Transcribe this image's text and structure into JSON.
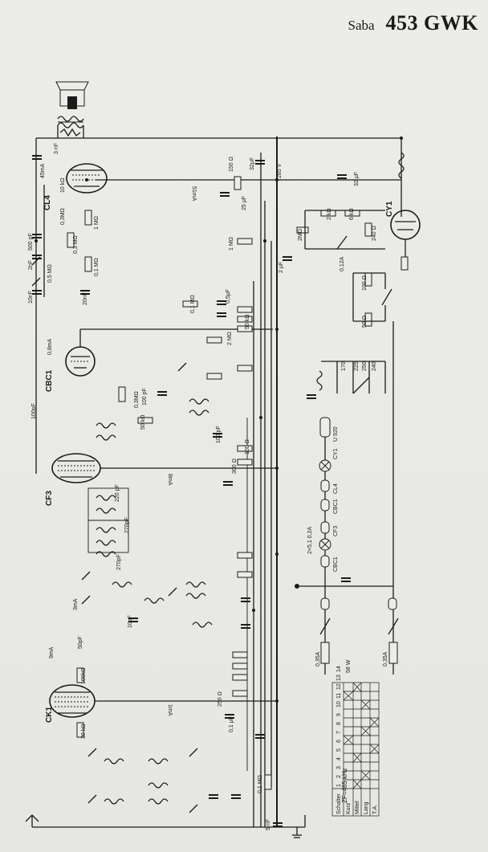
{
  "title": {
    "brand": "Saba",
    "model": "453 GWK"
  },
  "tubes": [
    {
      "id": "CL4",
      "label": "CL4"
    },
    {
      "id": "CBC1",
      "label": "CBC1"
    },
    {
      "id": "CF3",
      "label": "CF3"
    },
    {
      "id": "CK1",
      "label": "CK1"
    },
    {
      "id": "CY1",
      "label": "CY1"
    }
  ],
  "annotations": {
    "current_45": "45mA",
    "current_51": "51mA",
    "current_08": "0,8mA",
    "current_8": "8mA",
    "current_3": "3mA",
    "current_9": "9mA",
    "current_1": "1mA",
    "voltage_b": "285 V",
    "power": "58 W",
    "if": "ZF=485 kHz",
    "fuse_main": "2×5,1 0,2A",
    "fuse1": "0,35A",
    "fuse2": "0,35A",
    "fuse3": "0,12A",
    "lamp": "U 920",
    "chain_cy1": "CY1",
    "chain_cl4": "CL4",
    "chain_cbc1": "CBC1",
    "chain_cf3": "CF3",
    "chain_ck1": "CBC1"
  },
  "values": {
    "c_3nf": "3 nF",
    "r_10k": "10 kΩ",
    "r_03m": "0,3MΩ",
    "c_500p": "500 pF",
    "c_2nf": "2nF",
    "r_05m": "0,5 MΩ",
    "c_10n": "10nF",
    "r_1m": "1 MΩ",
    "r_03m2": "0,3 MΩ",
    "r_01m": "0,1 MΩ",
    "c_20n": "20nF",
    "r_150": "150 Ω",
    "c_32u": "32μF",
    "c_25u": "25 μF",
    "c_32u2": "32 μF",
    "r_1m_b": "1 MΩ",
    "c_2u": "2 μF",
    "r_2k": "2 kΩ",
    "r_6k": "6 kΩ",
    "r_2m": "2MΩ",
    "r_240": "240 Ω",
    "r_100": "100 Ω",
    "r_50": "50 Ω",
    "c_01u": "0,1 μF",
    "r_01m_b": "0,1 MΩ",
    "c_05u": "0,5μF",
    "r_50k": "50 kΩ",
    "r_2m_b": "2 MΩ",
    "c_100p": "100pF",
    "r_03m_b": "0,3MΩ",
    "c_100p_b": "100 pF",
    "r_50k_b": "50 kΩ",
    "c_100p_c": "100 pF",
    "r_300": "300 Ω",
    "r_100_b": "100 Ω",
    "c_220p": "220 pF",
    "c_270p": "270pF",
    "c_10p": "10pF",
    "c_50p": "50pF",
    "r_100k": "100kΩ",
    "r_30k": "30 kΩ",
    "r_250": "250 Ω",
    "c_01u_b": "0,1 μF",
    "c_5n": "5 nF",
    "r_01m_c": "0,1 MΩ",
    "r_170": "170",
    "r_225": "225",
    "r_250_b": "250",
    "r_240_b": "240"
  },
  "table": {
    "headers": [
      "Schalter",
      "1",
      "2",
      "3",
      "4",
      "5",
      "6",
      "7",
      "8",
      "9",
      "10",
      "11",
      "12",
      "13",
      "14"
    ],
    "rows": [
      [
        "Kurz",
        "",
        "",
        "",
        "",
        "",
        "",
        "",
        "",
        "",
        "",
        "",
        "",
        "",
        ""
      ],
      [
        "Mittel",
        "",
        "",
        "",
        "",
        "",
        "",
        "",
        "",
        "",
        "",
        "",
        "",
        "",
        ""
      ],
      [
        "Lang",
        "",
        "",
        "",
        "",
        "",
        "",
        "",
        "",
        "",
        "",
        "",
        "",
        "",
        ""
      ],
      [
        "T.A.",
        "",
        "",
        "",
        "",
        "",
        "",
        "",
        "",
        "",
        "",
        "",
        "",
        "",
        ""
      ]
    ]
  }
}
